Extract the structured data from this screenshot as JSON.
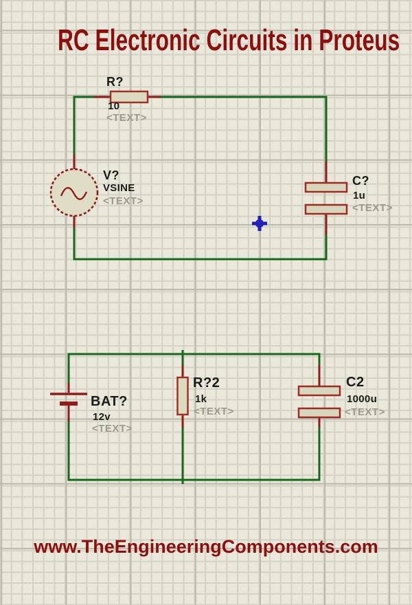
{
  "page": {
    "title": "RC Electronic Circuits in Proteus",
    "watermark_url": "www.TheEngineeringComponents.com"
  },
  "colors": {
    "title_red": "#8e0e0e",
    "wire_green": "#17681b",
    "component_red": "#9e2b24",
    "pin_red": "#8f1d1c",
    "canvas_bg": "#e9e8da",
    "grid_minor": "#d3d2c4",
    "grid_major": "#bab8ab",
    "label_black": "#1b1b1b",
    "label_gray": "#9b9a8d",
    "origin_blue": "#2121b8"
  },
  "circuit1": {
    "resistor": {
      "ref": "R?",
      "value": "10",
      "text": "<TEXT>"
    },
    "source": {
      "ref": "V?",
      "value": "VSINE",
      "text": "<TEXT>"
    },
    "capacitor": {
      "ref": "C?",
      "value": "1u",
      "text": "<TEXT>"
    }
  },
  "circuit2": {
    "battery": {
      "ref": "BAT?",
      "value": "12v",
      "text": "<TEXT>"
    },
    "resistor": {
      "ref": "R?2",
      "value": "1k",
      "text": "<TEXT>"
    },
    "capacitor": {
      "ref": "C2",
      "value": "1000u",
      "text": "<TEXT>"
    }
  }
}
